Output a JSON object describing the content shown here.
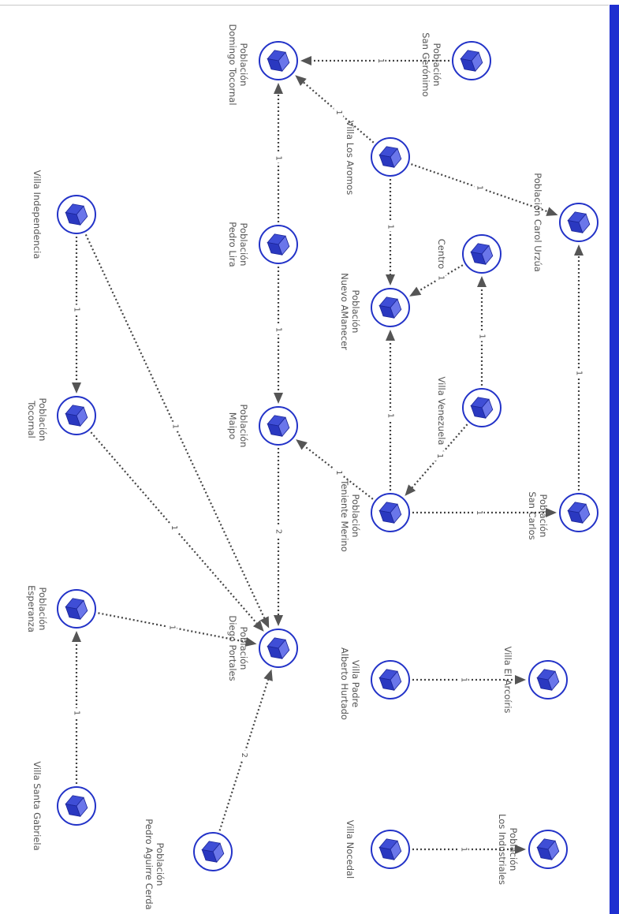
{
  "colors": {
    "node_ring": "#2333c8",
    "cube_top": "#6a76ea",
    "cube_left": "#3f4ed6",
    "cube_right": "#2a38c0",
    "edge": "#444444",
    "side_bar": "#1f2fd0"
  },
  "node_icon": "cube-icon",
  "nodes": [
    {
      "id": "san-geronimo",
      "lines": [
        "Población",
        "San Gerónimo"
      ]
    },
    {
      "id": "domingo-tocornal",
      "lines": [
        "Población",
        "Domingo Tocornal"
      ]
    },
    {
      "id": "villa-los-aromos",
      "lines": [
        "Villa Los Aromos"
      ]
    },
    {
      "id": "carol-urzua",
      "lines": [
        "Población Carol Urzúa"
      ]
    },
    {
      "id": "villa-independencia",
      "lines": [
        "Villa Independencia"
      ]
    },
    {
      "id": "pedro-lira",
      "lines": [
        "Población",
        "Pedro Lira"
      ]
    },
    {
      "id": "centro",
      "lines": [
        "Centro"
      ]
    },
    {
      "id": "nuevo-amanecer",
      "lines": [
        "Población",
        "Nuevo AManecer"
      ]
    },
    {
      "id": "tocornal",
      "lines": [
        "Población",
        "Tocornal"
      ]
    },
    {
      "id": "maipo",
      "lines": [
        "Población",
        "Maipo"
      ]
    },
    {
      "id": "villa-venezuela",
      "lines": [
        "Villa Venezuela"
      ]
    },
    {
      "id": "teniente-merino",
      "lines": [
        "Población",
        "Teniente Merino"
      ]
    },
    {
      "id": "san-carlos",
      "lines": [
        "Población",
        "San Carlos"
      ]
    },
    {
      "id": "esperanza",
      "lines": [
        "Población",
        "Esperanza"
      ]
    },
    {
      "id": "diego-portales",
      "lines": [
        "Población",
        "Diego Portales"
      ]
    },
    {
      "id": "padre-hurtado",
      "lines": [
        "Villa Padre",
        "Alberto Hurtado"
      ]
    },
    {
      "id": "el-arcoiris",
      "lines": [
        "Villa El Arcoíris"
      ]
    },
    {
      "id": "santa-gabriela",
      "lines": [
        "Villa Santa Gabriela"
      ]
    },
    {
      "id": "pedro-aguirre-cerda",
      "lines": [
        "Población",
        "Pedro Aguirre Cerda"
      ]
    },
    {
      "id": "villa-nocedal",
      "lines": [
        "Villa Nocedal"
      ]
    },
    {
      "id": "los-industriales",
      "lines": [
        "Población",
        "Los Industriales"
      ]
    }
  ],
  "edges": [
    {
      "from": "san-geronimo",
      "to": "domingo-tocornal",
      "label": "1"
    },
    {
      "from": "villa-los-aromos",
      "to": "domingo-tocornal",
      "label": "1"
    },
    {
      "from": "villa-los-aromos",
      "to": "carol-urzua",
      "label": "1"
    },
    {
      "from": "villa-los-aromos",
      "to": "nuevo-amanecer",
      "label": "1"
    },
    {
      "from": "pedro-lira",
      "to": "domingo-tocornal",
      "label": "1"
    },
    {
      "from": "pedro-lira",
      "to": "maipo",
      "label": "1"
    },
    {
      "from": "centro",
      "to": "nuevo-amanecer",
      "label": "1"
    },
    {
      "from": "villa-venezuela",
      "to": "centro",
      "label": "1"
    },
    {
      "from": "villa-venezuela",
      "to": "teniente-merino",
      "label": "1"
    },
    {
      "from": "teniente-merino",
      "to": "nuevo-amanecer",
      "label": "1"
    },
    {
      "from": "teniente-merino",
      "to": "maipo",
      "label": "1"
    },
    {
      "from": "teniente-merino",
      "to": "san-carlos",
      "label": "1"
    },
    {
      "from": "san-carlos",
      "to": "carol-urzua",
      "label": "1"
    },
    {
      "from": "villa-independencia",
      "to": "tocornal",
      "label": "1"
    },
    {
      "from": "villa-independencia",
      "to": "diego-portales",
      "label": "1"
    },
    {
      "from": "tocornal",
      "to": "diego-portales",
      "label": "1"
    },
    {
      "from": "maipo",
      "to": "diego-portales",
      "label": "2"
    },
    {
      "from": "esperanza",
      "to": "diego-portales",
      "label": "1"
    },
    {
      "from": "santa-gabriela",
      "to": "esperanza",
      "label": "1"
    },
    {
      "from": "pedro-aguirre-cerda",
      "to": "diego-portales",
      "label": "2"
    },
    {
      "from": "padre-hurtado",
      "to": "el-arcoiris",
      "label": "1"
    },
    {
      "from": "villa-nocedal",
      "to": "los-industriales",
      "label": "1"
    }
  ]
}
